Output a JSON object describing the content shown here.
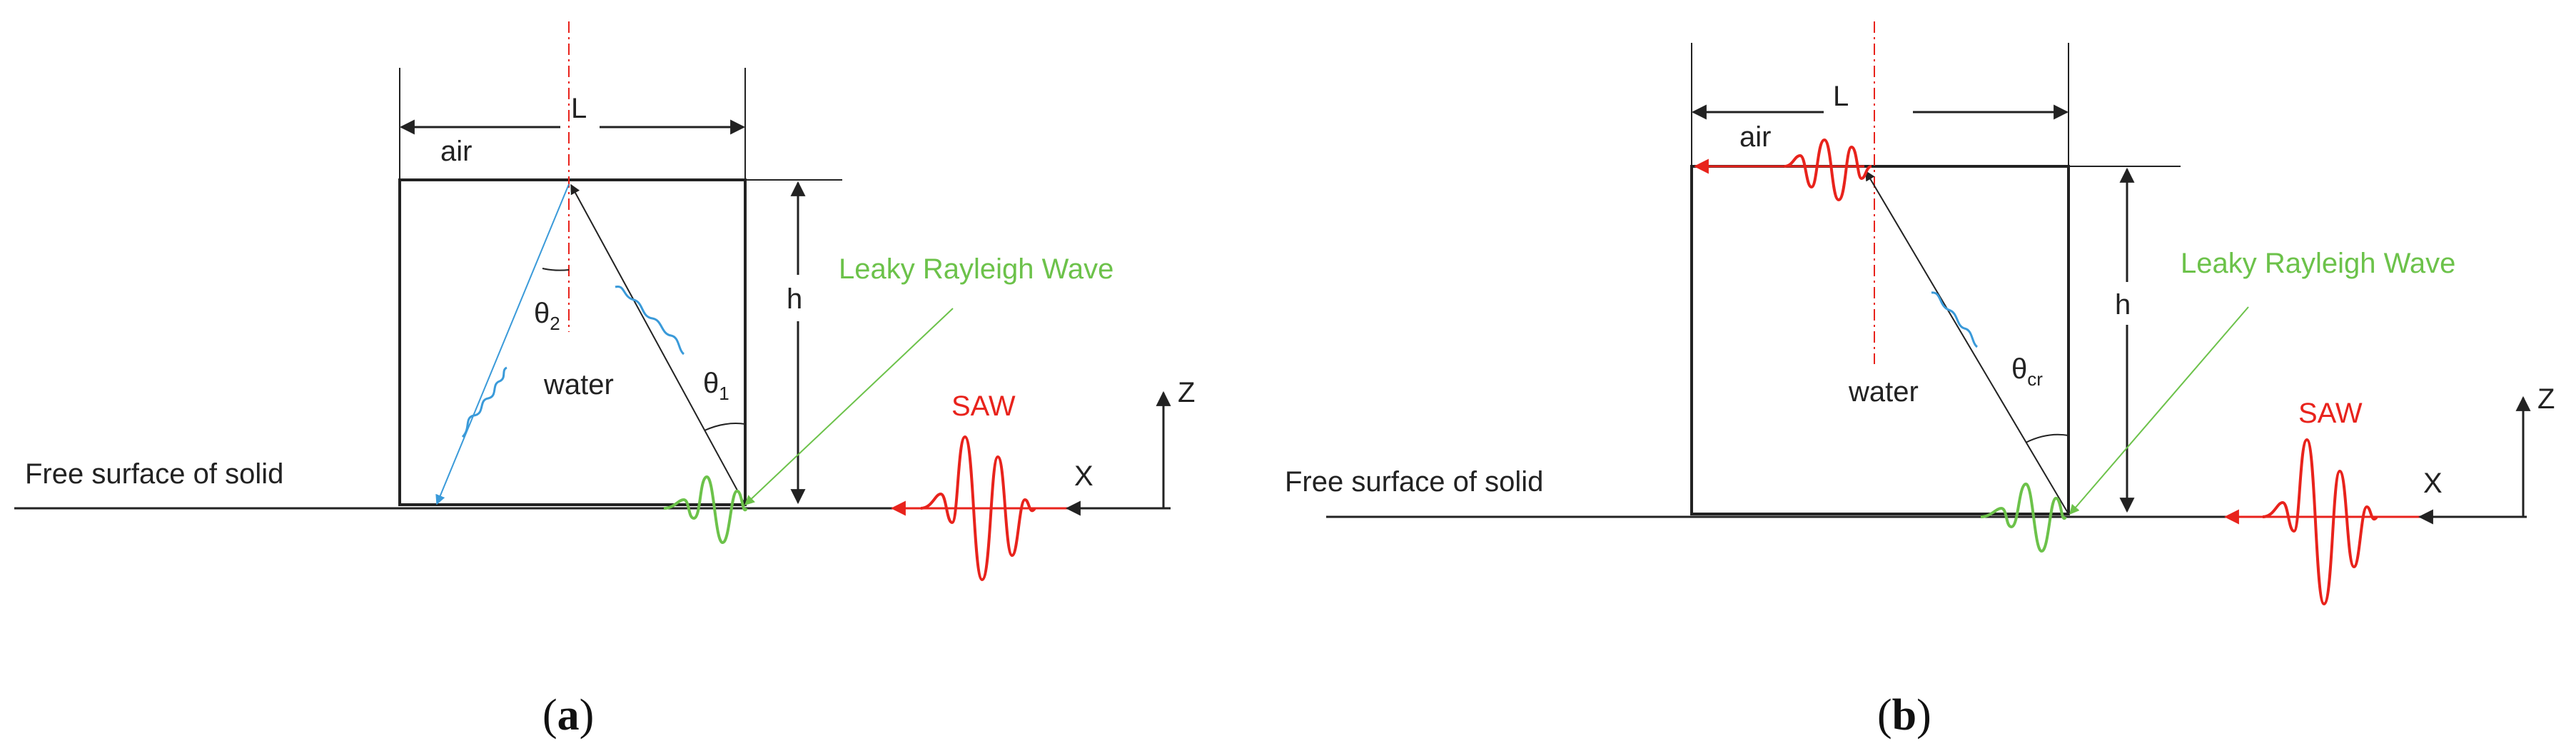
{
  "panels": [
    {
      "id": "a",
      "caption_open": "(",
      "caption_letter": "a",
      "caption_close": ")",
      "air": "air",
      "L": "L",
      "h": "h",
      "water": "water",
      "leaky": "Leaky Rayleigh Wave",
      "saw": "SAW",
      "z": "Z",
      "x": "X",
      "free_surface": "Free surface of solid",
      "theta1_sym": "θ",
      "theta1_sub": "1",
      "theta2_sym": "θ",
      "theta2_sub": "2"
    },
    {
      "id": "b",
      "caption_open": "(",
      "caption_letter": "b",
      "caption_close": ")",
      "air": "air",
      "L": "L",
      "h": "h",
      "water": "water",
      "leaky": "Leaky Rayleigh Wave",
      "saw": "SAW",
      "z": "Z",
      "x": "X",
      "free_surface": "Free surface of solid",
      "theta_cr_sym": "θ",
      "theta_cr_sub": "cr"
    }
  ],
  "colors": {
    "line": "#222222",
    "saw": "#e8231c",
    "leaky": "#6cc24a",
    "refracted": "#3a9ad9",
    "axis_dashed": "#e8231c"
  }
}
